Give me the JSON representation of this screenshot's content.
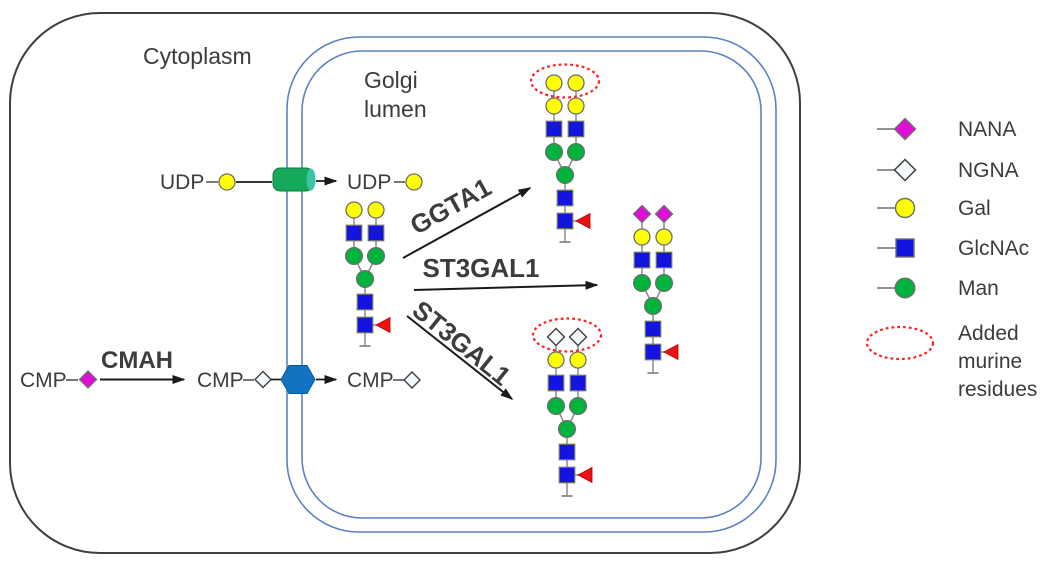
{
  "compartments": {
    "cytoplasm": "Cytoplasm",
    "golgi_line1": "Golgi",
    "golgi_line2": "lumen"
  },
  "molecules": {
    "udp_cytoplasm": "UDP",
    "udp_golgi": "UDP",
    "cmp_nana": "CMP",
    "cmp_ngna_cytoplasm": "CMP",
    "cmp_ngna_golgi": "CMP"
  },
  "enzymes": {
    "cmah": "CMAH",
    "ggta1": "GGTA1",
    "st3gal1_mid": "ST3GAL1",
    "st3gal1_lower": "ST3GAL1"
  },
  "legend": {
    "items": [
      {
        "symbol": "nana-diamond",
        "label": "NANA"
      },
      {
        "symbol": "ngna-diamond",
        "label": "NGNA"
      },
      {
        "symbol": "gal-circle",
        "label": "Gal"
      },
      {
        "symbol": "glcnac-square",
        "label": "GlcNAc"
      },
      {
        "symbol": "man-circle",
        "label": "Man"
      },
      {
        "symbol": "added-murine-ellipse",
        "label": "Added murine residues"
      }
    ],
    "added_murine_lines": [
      "Added",
      "murine",
      "residues"
    ]
  },
  "glycans": [
    {
      "id": "substrate",
      "cap": "none",
      "added_ellipse": false,
      "fucose": true,
      "description": "biantennary N-glycan: Gal-GlcNAc-Man branches, Man core, GlcNAc-GlcNAc stem with fucose"
    },
    {
      "id": "alpha-gal-product",
      "cap": "gal",
      "added_ellipse": true,
      "fucose": true,
      "description": "GGTA1 product: added terminal Gal-Gal (murine)"
    },
    {
      "id": "nana-product",
      "cap": "nana",
      "added_ellipse": false,
      "fucose": true,
      "description": "ST3GAL1 product: terminal NANA"
    },
    {
      "id": "ngna-product",
      "cap": "ngna",
      "added_ellipse": true,
      "fucose": true,
      "description": "ST3GAL1 product: added terminal NGNA (murine)"
    }
  ],
  "colors": {
    "nana": "#E00CD8",
    "ngna": "#F4FAFB",
    "gal": "#FFFF00",
    "glcnac": "#1414E0",
    "man": "#00B33C",
    "fucose": "#EE1111",
    "symbol_stroke": "#6e6e6e",
    "link": "#8a8a8a",
    "cmah_text": "#EE1111",
    "ggta1_text": "#00B050",
    "st3gal1_text": "#0070C0",
    "membrane_golgi": "#5B83C2",
    "cell_border": "#3F3F3F",
    "transporter_udp_gal": "#16A85B",
    "transporter_udp_gal_cap": "#3CC4A4",
    "transporter_cmp": "#1173C2",
    "added_ellipse": "#FF2020",
    "arrow": "#1a1a1a"
  }
}
